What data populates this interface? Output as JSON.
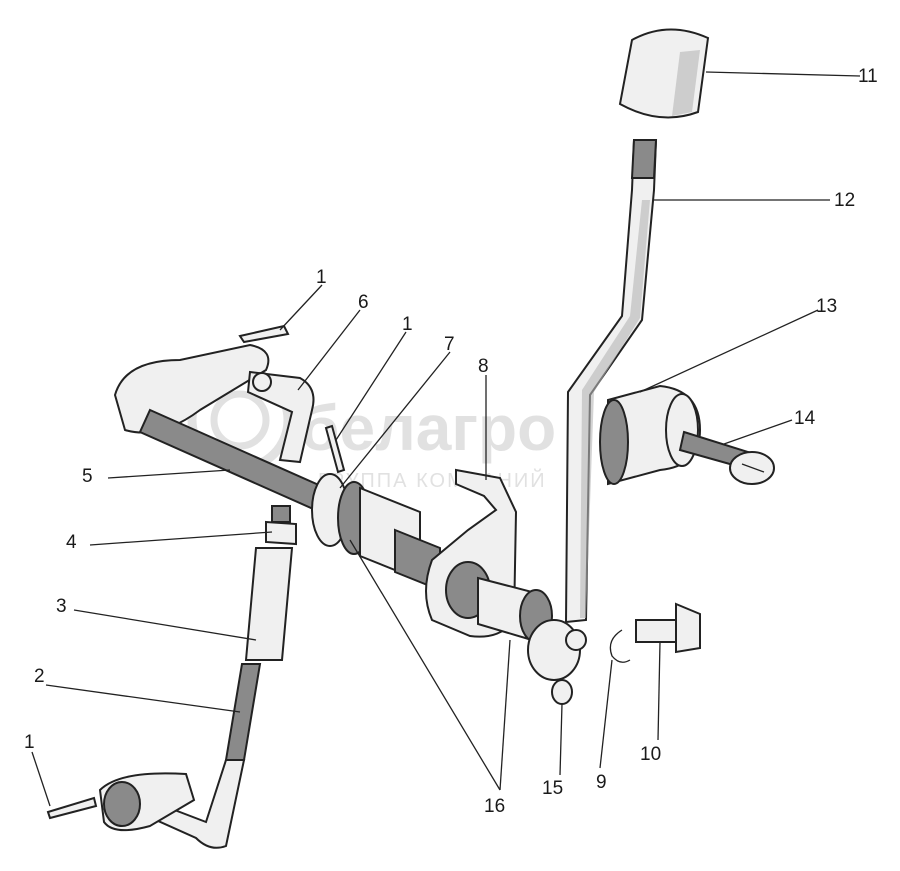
{
  "watermark": {
    "brand": "белагро",
    "subtitle": "ГРУППА КОМПАНИЙ"
  },
  "callouts": [
    "1",
    "2",
    "3",
    "4",
    "5",
    "6",
    "1",
    "7",
    "8",
    "9",
    "10",
    "11",
    "12",
    "13",
    "14",
    "15",
    "16",
    "1"
  ],
  "colors": {
    "line": "#222222",
    "shade": "#8a8a8a",
    "watermark": "#c9c9c9"
  }
}
